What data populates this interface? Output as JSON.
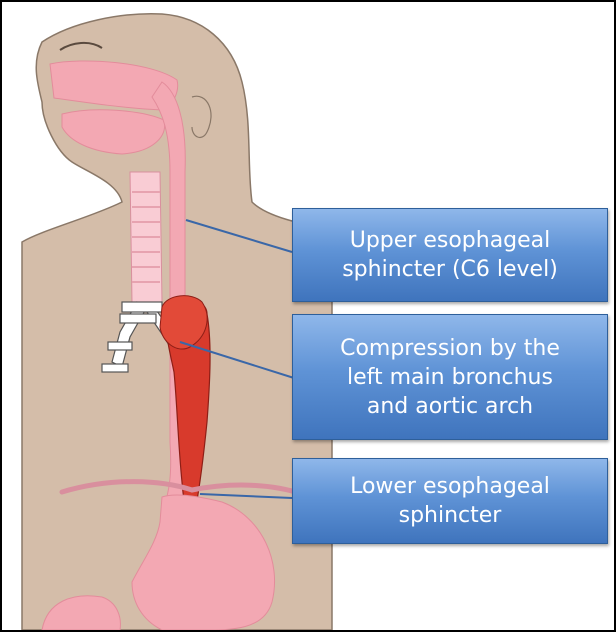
{
  "labels": {
    "upper_sphincter": [
      "Upper esophageal",
      "sphincter (C6 level)"
    ],
    "compression": [
      "Compression by the",
      "left main bronchus",
      "and aortic arch"
    ],
    "lower_sphincter": [
      "Lower esophageal",
      "sphincter"
    ]
  },
  "colors": {
    "skin": "#d4bda9",
    "skin_outline": "#8a7868",
    "tract": "#f3a8b3",
    "tract_light": "#f9ccd4",
    "heart": "#d83a2c",
    "label_box": "#4f86cf",
    "leader_line": "#3a67a8"
  }
}
